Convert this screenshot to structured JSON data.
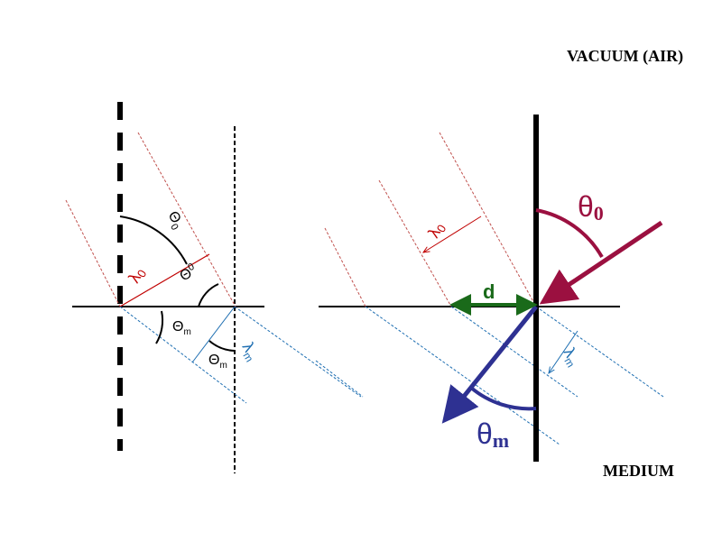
{
  "labels": {
    "vacuum": "VACUUM (AIR)",
    "medium": "MEDIUM",
    "left_theta0_upper": "Θ",
    "left_theta0_upper_sub": "0",
    "left_theta0_lower": "Θ",
    "left_theta0_lower_sub": "0",
    "left_lambda0": "λ",
    "left_lambda0_sub": "0",
    "left_thetam_1": "Θ",
    "left_thetam_1_sub": "m",
    "left_thetam_2": "Θ",
    "left_thetam_2_sub": "m",
    "left_lambdam": "λ",
    "left_lambdam_sub": "m",
    "right_theta0": "θ",
    "right_theta0_sub": "0",
    "right_thetam": "θ",
    "right_thetam_sub": "m",
    "right_lambda0": "λ",
    "right_lambda0_sub": "0",
    "right_lambdam": "λ",
    "right_lambdam_sub": "m",
    "d": "d"
  },
  "colors": {
    "incident": "#9b1040",
    "refracted": "#2e3192",
    "vacuum_wave": "#c00000",
    "medium_wave": "#1f6fb2",
    "distance": "#1a6a1a",
    "black": "#000000"
  }
}
